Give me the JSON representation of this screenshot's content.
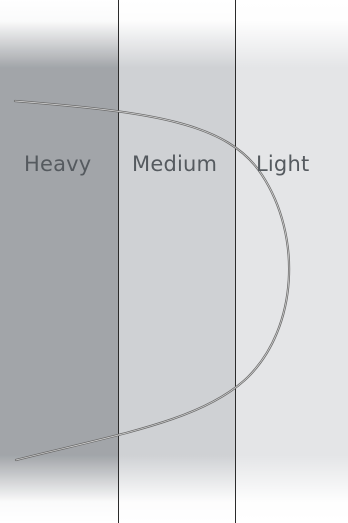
{
  "zones": [
    {
      "label": "Heavy",
      "color": "#a2a5a9"
    },
    {
      "label": "Medium",
      "color": "#cfd1d4"
    },
    {
      "label": "Light",
      "color": "#e4e5e7"
    }
  ],
  "wire": {
    "color": "#6a6a6a",
    "highlight": "#d9d9d9"
  },
  "fade": {
    "top": "#ffffff",
    "bottom": "#ffffff"
  }
}
